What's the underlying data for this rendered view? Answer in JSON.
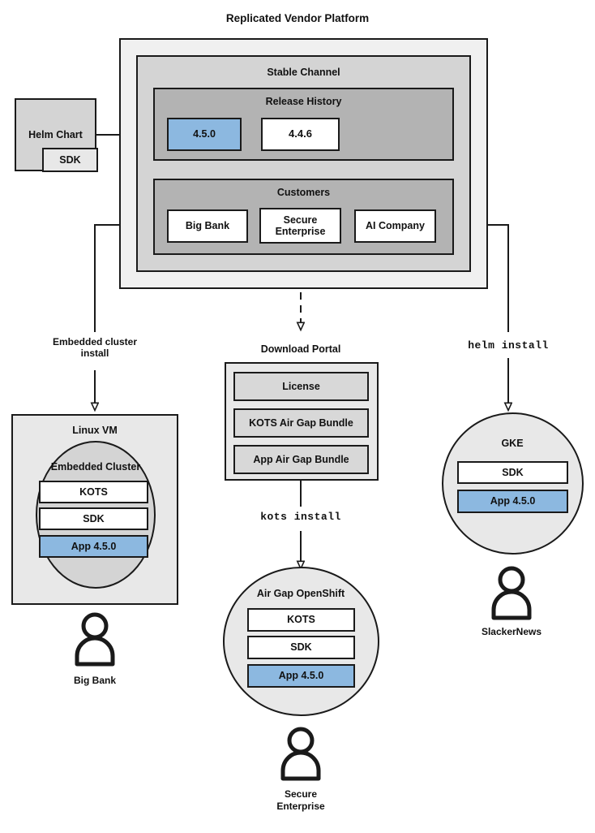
{
  "diagram": {
    "title": "Replicated Vendor Platform",
    "colors": {
      "accent_blue_fill": "#8cb8e0",
      "accent_blue_border": "#2d6da4",
      "accent_blue_text": "#16537e",
      "platform_gray": "#f0f0f0",
      "channel_gray": "#d4d4d4",
      "section_gray": "#b3b3b3",
      "card_gray": "#d8d8d8",
      "stroke": "#1a1a1a"
    }
  },
  "helm_chart": {
    "label": "Helm Chart",
    "sdk_label": "SDK"
  },
  "platform": {
    "channel": {
      "title": "Stable Channel",
      "release_history": {
        "title": "Release History",
        "releases": [
          {
            "version": "4.5.0",
            "highlighted": true
          },
          {
            "version": "4.4.6",
            "highlighted": false
          }
        ]
      },
      "customers": {
        "title": "Customers",
        "items": [
          {
            "name": "Big Bank"
          },
          {
            "name": "Secure\nEnterprise"
          },
          {
            "name": "AI Company"
          }
        ]
      }
    }
  },
  "connectors": {
    "embedded_cluster_install": "Embedded cluster\ninstall",
    "helm_install": "helm install",
    "kots_install": "kots install"
  },
  "targets": {
    "linux_vm": {
      "title": "Linux VM",
      "cluster_title": "Embedded Cluster",
      "components": [
        {
          "label": "KOTS",
          "highlighted": false
        },
        {
          "label": "SDK",
          "highlighted": false
        },
        {
          "label": "App 4.5.0",
          "highlighted": true
        }
      ],
      "actor": "Big Bank"
    },
    "download_portal": {
      "title": "Download Portal",
      "artifacts": [
        {
          "label": "License"
        },
        {
          "label": "KOTS Air Gap Bundle"
        },
        {
          "label": "App Air Gap Bundle"
        }
      ]
    },
    "air_gap_openshift": {
      "title": "Air Gap OpenShift",
      "components": [
        {
          "label": "KOTS",
          "highlighted": false
        },
        {
          "label": "SDK",
          "highlighted": false
        },
        {
          "label": "App 4.5.0",
          "highlighted": true
        }
      ],
      "actor": "Secure\nEnterprise"
    },
    "gke": {
      "title": "GKE",
      "components": [
        {
          "label": "SDK",
          "highlighted": false
        },
        {
          "label": "App 4.5.0",
          "highlighted": true
        }
      ],
      "actor": "SlackerNews"
    }
  }
}
